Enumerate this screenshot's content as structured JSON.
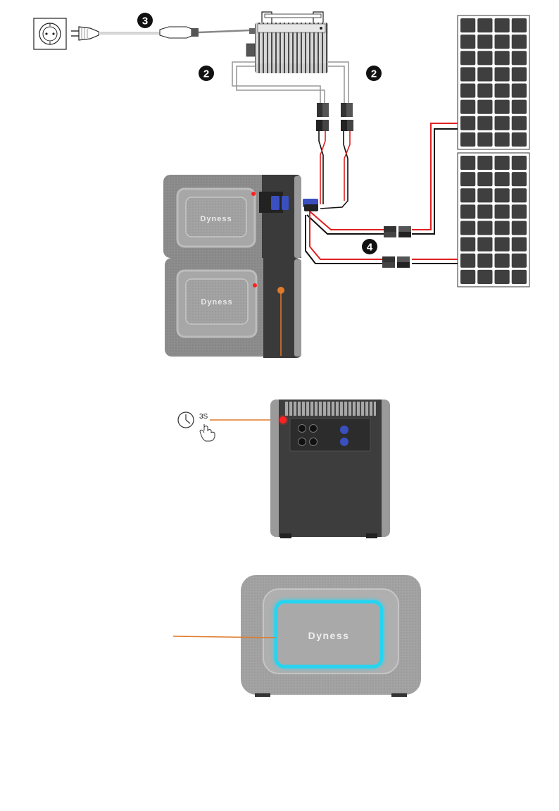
{
  "callouts": {
    "microinverter_left": "2",
    "microinverter_right": "2",
    "ac_cable": "3",
    "pv_extension": "4"
  },
  "brand": {
    "logo_top": "Dyness",
    "logo_bottom": "Dyness",
    "logo_front": "Dyness"
  },
  "power_button_hold": {
    "duration": "3S"
  },
  "colors": {
    "accent_orange": "#e07b2c",
    "cable_red": "#e02020",
    "cable_black": "#111111",
    "connector_blue": "#3a4fc0",
    "led_cyan": "#27d4f0",
    "indicator_red": "#ff2020",
    "panel_cell": "#3f3f3f"
  },
  "icons": {
    "outlet": "schuko-socket-icon",
    "plug": "ac-plug-icon",
    "clock": "clock-icon",
    "hand": "press-hand-icon"
  }
}
